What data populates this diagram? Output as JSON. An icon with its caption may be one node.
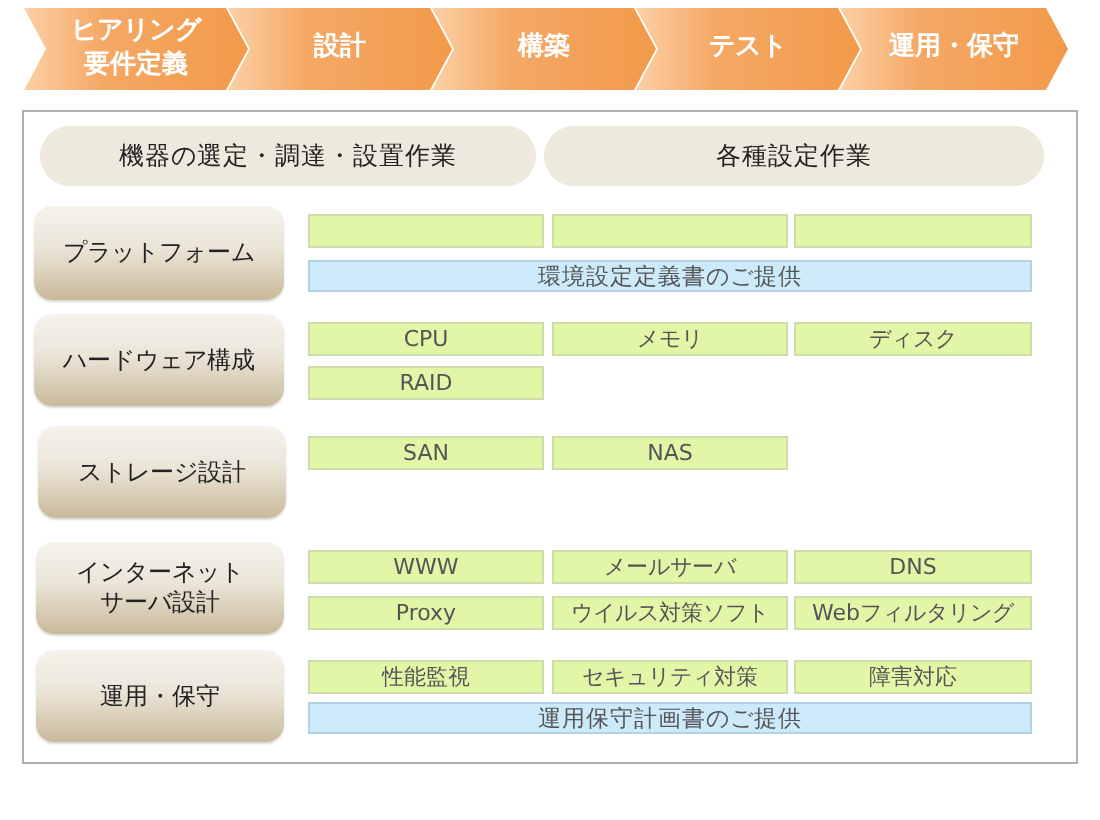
{
  "diagram": {
    "nodes": [
      {
        "text": [
          "ヒアリング要件定義"
        ]
      },
      {
        "text": [
          "設計"
        ]
      },
      {
        "text": [
          "構築"
        ]
      },
      {
        "text": [
          "テスト"
        ]
      },
      {
        "text": [
          "運用・保守"
        ]
      },
      {
        "text": [
          "機器の選定・調達・設置作業"
        ]
      },
      {
        "text": [
          "各種設定作業"
        ]
      },
      {
        "text": [
          "プラットフォーム"
        ]
      },
      {
        "text": [],
        "shape": "box"
      },
      {
        "text": [],
        "shape": "box"
      },
      {
        "text": [],
        "shape": "box"
      },
      {
        "text": [
          "環境設定定義書のご提供"
        ]
      },
      {
        "text": [
          "ハードウェア構成"
        ]
      },
      {
        "text": [
          "CPU"
        ]
      },
      {
        "text": [
          "メモリ"
        ]
      },
      {
        "text": [
          "ディスク"
        ]
      },
      {
        "text": [
          "RAID"
        ]
      },
      {
        "text": [
          "ストレージ設計"
        ]
      },
      {
        "text": [
          "SAN"
        ]
      },
      {
        "text": [
          "NAS"
        ]
      },
      {
        "text": [
          "インターネットサーバ設計"
        ]
      },
      {
        "text": [
          "WWW"
        ]
      },
      {
        "text": [
          "メールサーバ"
        ]
      },
      {
        "text": [
          "DNS"
        ]
      },
      {
        "text": [
          "Proxy"
        ]
      },
      {
        "text": [
          "ウイルス対策ソフト"
        ]
      },
      {
        "text": [
          "Webフィルタリング"
        ]
      },
      {
        "text": [
          "運用・保守"
        ]
      },
      {
        "text": [
          "性能監視"
        ]
      },
      {
        "text": [
          "セキュリティ対策"
        ]
      },
      {
        "text": [
          "障害対応"
        ]
      },
      {
        "text": [
          "運用保守計画書のご提供"
        ]
      }
    ]
  }
}
